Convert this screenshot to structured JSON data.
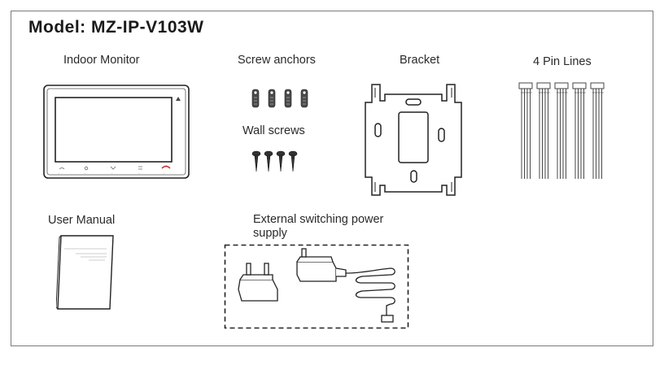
{
  "model": {
    "title": "Model:  MZ-IP-V103W"
  },
  "items": {
    "indoor_monitor": "Indoor Monitor",
    "screw_anchors": "Screw anchors",
    "wall_screws": "Wall screws",
    "bracket": "Bracket",
    "pin_lines": "4 Pin Lines",
    "user_manual": "User Manual",
    "power_supply_line1": "External switching power",
    "power_supply_line2": "supply"
  }
}
